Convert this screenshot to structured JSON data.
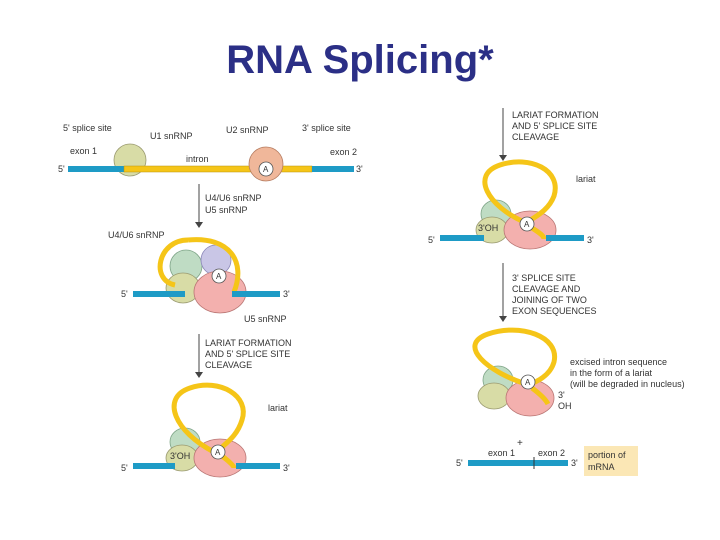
{
  "title": "RNA Splicing*",
  "colors": {
    "title": "#2b2f86",
    "exon": "#1e9bc6",
    "intron": "#f5c518",
    "u1_snrnp": "#d8dca6",
    "u2_snrnp": "#f0b79a",
    "u4_u6_snrnp": "#bfdcc4",
    "u5_snrnp": "#f3b0ae",
    "arrow": "#444444",
    "mrna_box": "#fbe7b5"
  },
  "diagram": {
    "labels": {
      "splice5": "5' splice site",
      "u1": "U1 snRNP",
      "u2": "U2 snRNP",
      "splice3": "3' splice site",
      "exon1": "exon 1",
      "intron": "intron",
      "exon2": "exon 2",
      "five": "5'",
      "three": "3'",
      "branch_a": "A",
      "step1a": "U4/U6 snRNP",
      "step1b": "U5 snRNP",
      "u4u6": "U4/U6 snRNP",
      "five_b": "5'",
      "three_b": "3'",
      "u5": "U5 snRNP",
      "step2a": "LARIAT FORMATION",
      "step2b": "AND 5' SPLICE SITE",
      "step2c": "CLEAVAGE",
      "lariat": "lariat",
      "oh": "3'OH",
      "five_c": "5'",
      "three_c": "3'",
      "r_step1a": "LARIAT FORMATION",
      "r_step1b": "AND 5' SPLICE SITE",
      "r_step1c": "CLEAVAGE",
      "r_lariat": "lariat",
      "r_oh": "3'OH",
      "r_five": "5'",
      "r_three": "3'",
      "r_step2a": "3' SPLICE SITE",
      "r_step2b": "CLEAVAGE AND",
      "r_step2c": "JOINING OF TWO",
      "r_step2d": "EXON SEQUENCES",
      "excised1": "excised intron sequence",
      "excised2": "in the form of a lariat",
      "excised3": "(will be degraded in nucleus)",
      "r_oh2a": "3'",
      "r_oh2b": "OH",
      "plus": "+",
      "r_exon1": "exon 1",
      "r_exon2": "exon 2",
      "r_five2": "5'",
      "r_three2": "3'",
      "mrna1": "portion of",
      "mrna2": "mRNA"
    }
  }
}
